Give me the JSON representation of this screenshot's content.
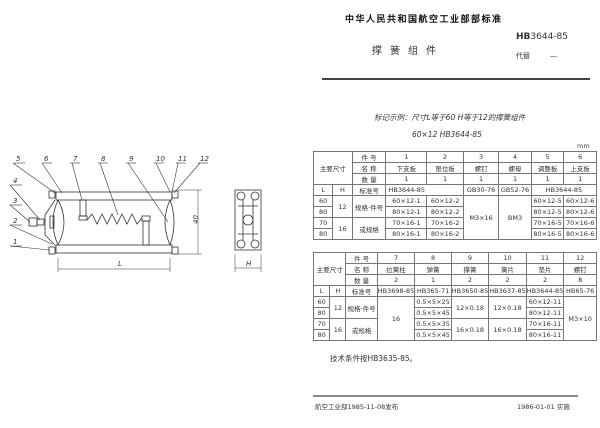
{
  "header": {
    "organization": "中华人民共和国航空工业部部标准",
    "title": "撑簧组件",
    "standard_number_prefix": "HB",
    "standard_number": "3644-85",
    "replace_label": "代替",
    "replace_value": "—"
  },
  "marking_example": {
    "line1": "标记示例：尺寸L等于60 H等于12的撑簧组件",
    "line2": "60×12  HB3644-85"
  },
  "unit": "mm",
  "table1": {
    "main_dim_label": "主要尺寸",
    "row_labels": {
      "part_no": "件 号",
      "name": "名 称",
      "qty": "数 量",
      "std": "标准号",
      "L": "L",
      "H": "H",
      "spec": "规格·件号",
      "or_spec": "或规格"
    },
    "columns": [
      {
        "no": "1",
        "name": "下支板",
        "qty": "1",
        "std": "HB3644-85"
      },
      {
        "no": "2",
        "name": "限位板",
        "qty": "1",
        "std": ""
      },
      {
        "no": "3",
        "name": "螺钉",
        "qty": "1",
        "std": "GB30-76"
      },
      {
        "no": "4",
        "name": "螺母",
        "qty": "1",
        "std": "GB52-76"
      },
      {
        "no": "5",
        "name": "调整板",
        "qty": "1",
        "std": "HB3644-85"
      },
      {
        "no": "6",
        "name": "上支板",
        "qty": "1",
        "std": ""
      }
    ],
    "rows": [
      {
        "L": "60",
        "H": "12",
        "c1": "60×12-1",
        "c2": "60×12-2",
        "c5": "60×12-5",
        "c6": "60×12-6"
      },
      {
        "L": "80",
        "H": "",
        "c1": "80×12-1",
        "c2": "80×12-2",
        "c5": "80×12-5",
        "c6": "80×12-6"
      },
      {
        "L": "70",
        "H": "16",
        "c1": "70×16-1",
        "c2": "70×16-2",
        "c5": "70×16-5",
        "c6": "70×16-6"
      },
      {
        "L": "80",
        "H": "",
        "c1": "80×16-1",
        "c2": "80×16-2",
        "c5": "80×16-5",
        "c6": "80×16-6"
      }
    ],
    "c3_merged": "M3×16",
    "c4_merged": "BM3"
  },
  "table2": {
    "main_dim_label": "主要尺寸",
    "columns": [
      {
        "no": "7",
        "name": "拉簧柱",
        "qty": "2",
        "std": "HB3698-85"
      },
      {
        "no": "8",
        "name": "弹簧",
        "qty": "1",
        "std": "HB365-71"
      },
      {
        "no": "9",
        "name": "撑簧",
        "qty": "2",
        "std": "HB3650-85"
      },
      {
        "no": "10",
        "name": "簧片",
        "qty": "2",
        "std": "HB3637-85"
      },
      {
        "no": "11",
        "name": "垫片",
        "qty": "2",
        "std": "HB3644-85"
      },
      {
        "no": "12",
        "name": "螺钉",
        "qty": "8",
        "std": "HB65-76"
      }
    ],
    "c7_merged": "16",
    "c8": [
      "0.5×5×25",
      "0.5×5×45",
      "0.5×5×35",
      "0.5×5×45"
    ],
    "c9": [
      "12×0.18",
      "16×0.18"
    ],
    "c10": [
      "12×0.18",
      "16×0.18"
    ],
    "c11": [
      "60×12-11",
      "80×12-11",
      "70×16-11",
      "80×16-11"
    ],
    "c12_merged": "M3×10",
    "rows": [
      {
        "L": "60",
        "H": "12"
      },
      {
        "L": "80",
        "H": ""
      },
      {
        "L": "70",
        "H": "16"
      },
      {
        "L": "80",
        "H": ""
      }
    ]
  },
  "technical_requirements": "技术条件按HB3635-85。",
  "footer": {
    "issued": "航空工业部1985-11-08发布",
    "effective": "1986-01-01 实施"
  },
  "drawing": {
    "callouts": [
      "1",
      "2",
      "3",
      "4",
      "5",
      "6",
      "7",
      "8",
      "9",
      "10",
      "11",
      "12"
    ],
    "dim_L": "L",
    "dim_H": "H",
    "dim_40": "40"
  }
}
